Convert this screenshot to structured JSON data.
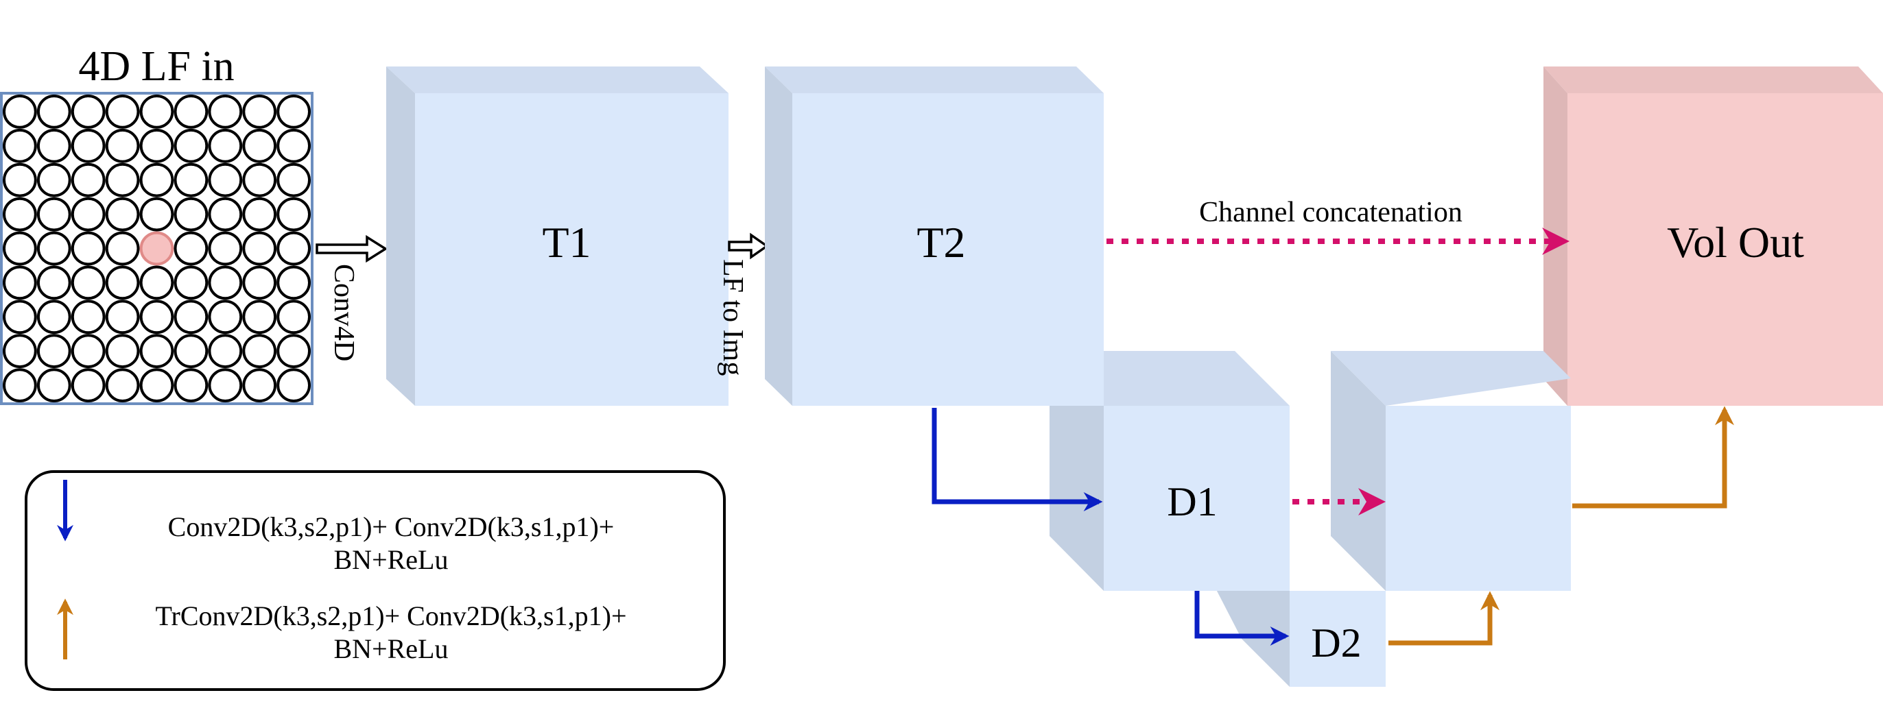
{
  "input": {
    "title": "4D LF in",
    "grid_rows": 9,
    "grid_cols": 9,
    "highlight_row": 4,
    "highlight_col": 4
  },
  "edges": {
    "conv4d": "Conv4D",
    "lf_to_img": "LF to Img",
    "concat": "Channel concatenation"
  },
  "blocks": {
    "t1": "T1",
    "t2": "T2",
    "d1": "D1",
    "d2": "D2",
    "out": "Vol Out"
  },
  "legend": {
    "down_line1": "Conv2D(k3,s2,p1)+ Conv2D(k3,s1,p1)+",
    "down_line2": "BN+ReLu",
    "up_line1": "TrConv2D(k3,s2,p1)+ Conv2D(k3,s1,p1)+",
    "up_line2": "BN+ReLu"
  },
  "colors": {
    "block_front": "#dae8fb",
    "block_side": "#c3d0e2",
    "block_top": "#cfdcf0",
    "out_front": "#f7cccc",
    "out_side": "#deb7b7",
    "out_top": "#eac1c1",
    "down_arrow": "#0a1fc4",
    "up_arrow": "#c97a14",
    "concat_arrow": "#d40f6a",
    "highlight": "#f6c1c0",
    "grid_border": "#6c8ebf"
  }
}
